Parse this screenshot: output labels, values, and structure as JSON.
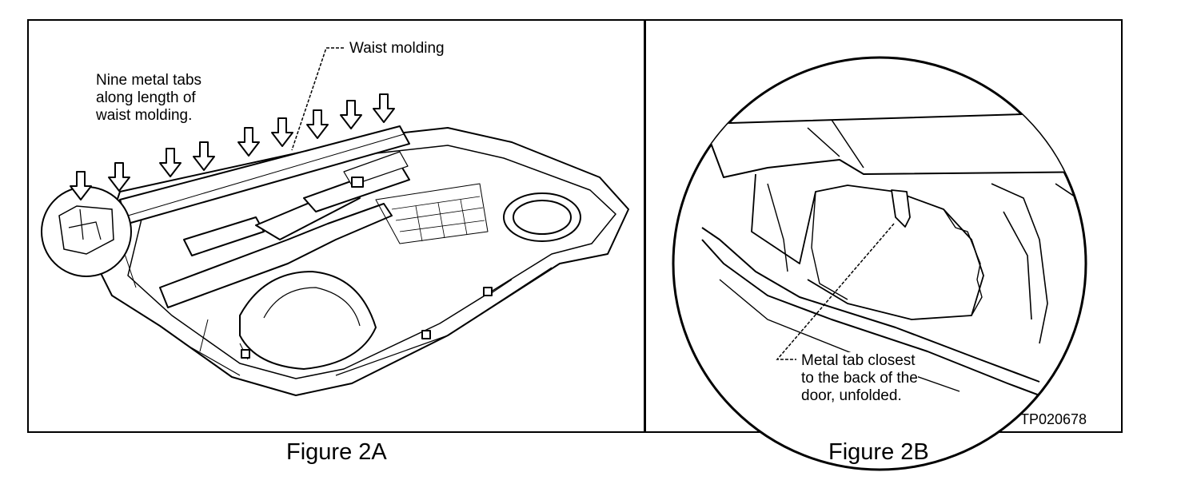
{
  "figure_a": {
    "label_waist": "Waist molding",
    "label_tabs": "Nine metal tabs\nalong length of\nwaist molding.",
    "caption": "Figure 2A"
  },
  "figure_b": {
    "label_tab": "Metal tab closest\nto the back of the\ndoor, unfolded.",
    "caption": "Figure 2B",
    "code": "TP020678"
  }
}
